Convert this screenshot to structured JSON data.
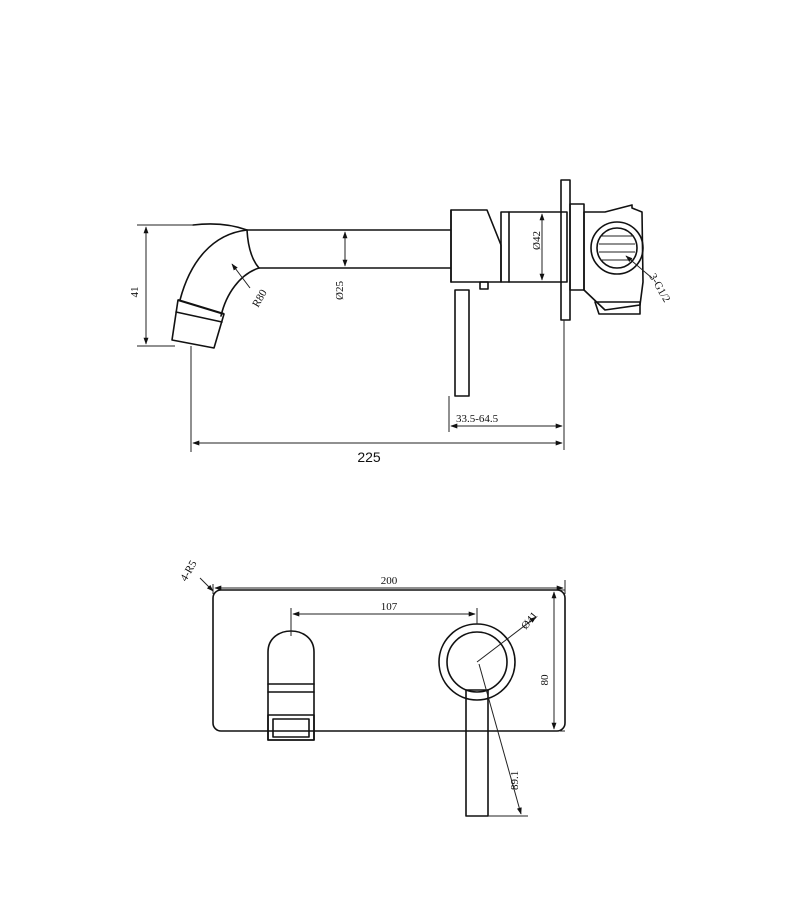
{
  "drawing": {
    "side_view": {
      "dimensions": {
        "height": "41",
        "bend_radius": "R80",
        "spout_diameter": "Ø25",
        "valve_diameter": "Ø42",
        "wall_depth": "33.5-64.5",
        "total_length": "225",
        "thread": "3-G1/2"
      }
    },
    "front_view": {
      "dimensions": {
        "corner_radius": "4-R5",
        "plate_width": "200",
        "spacing": "107",
        "handle_diameter": "Ø41",
        "plate_height": "80",
        "lever_length": "89.1"
      }
    }
  }
}
